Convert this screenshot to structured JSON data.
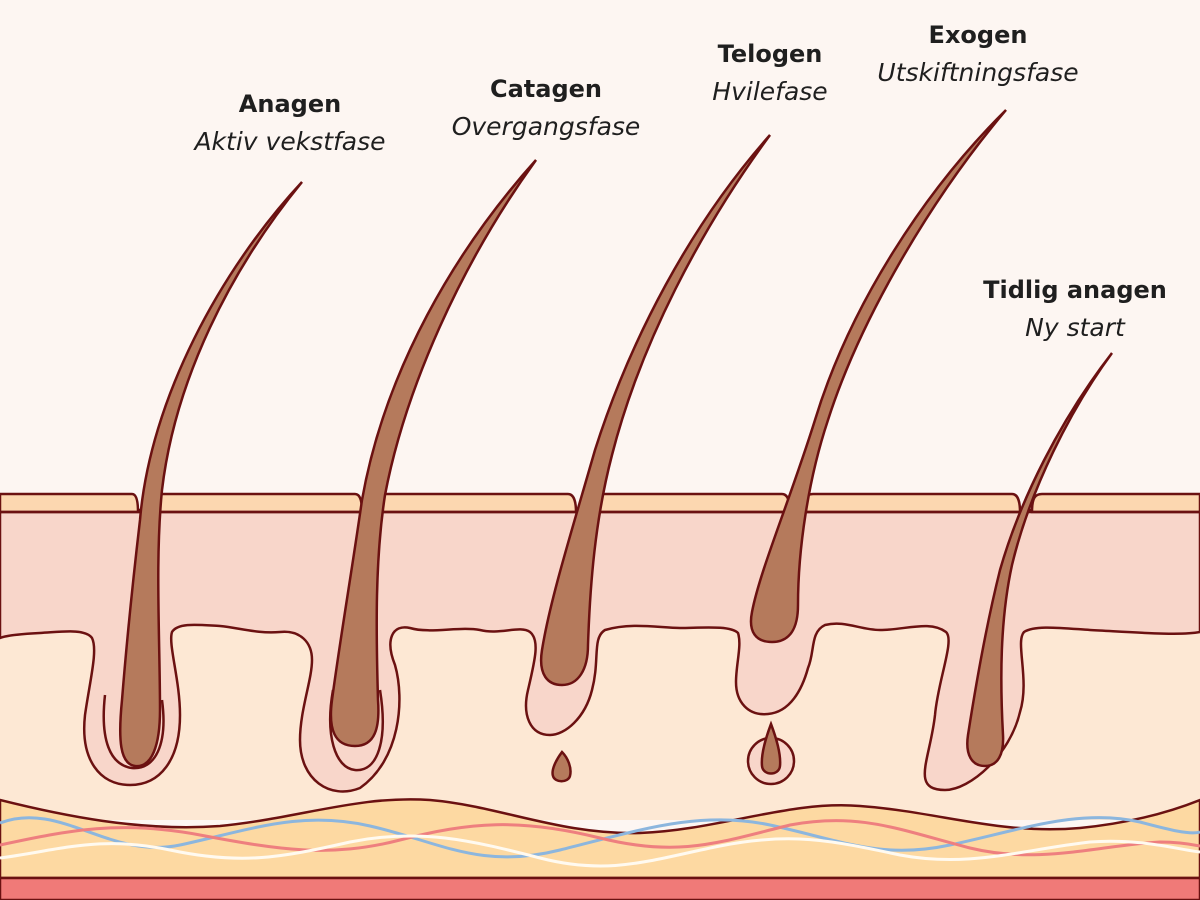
{
  "colors": {
    "background": "#fdf6f2",
    "outline": "#6b1111",
    "hair": "#b57a5c",
    "epidermis_top": "#fcd7b0",
    "epidermis": "#f8d6ca",
    "dermis": "#fde8d4",
    "hypodermis": "#fdd9a2",
    "muscle": "#f07a78",
    "vessel_blue": "#8cb6de",
    "vessel_red": "#ee7f7f",
    "vessel_white": "#fffaf0"
  },
  "phases": [
    {
      "id": "anagen",
      "title": "Anagen",
      "subtitle": "Aktiv vekstfase"
    },
    {
      "id": "catagen",
      "title": "Catagen",
      "subtitle": "Overgangsfase"
    },
    {
      "id": "telogen",
      "title": "Telogen",
      "subtitle": "Hvilefase"
    },
    {
      "id": "exogen",
      "title": "Exogen",
      "subtitle": "Utskiftningsfase"
    },
    {
      "id": "early-anagen",
      "title": "Tidlig anagen",
      "subtitle": "Ny start"
    }
  ]
}
